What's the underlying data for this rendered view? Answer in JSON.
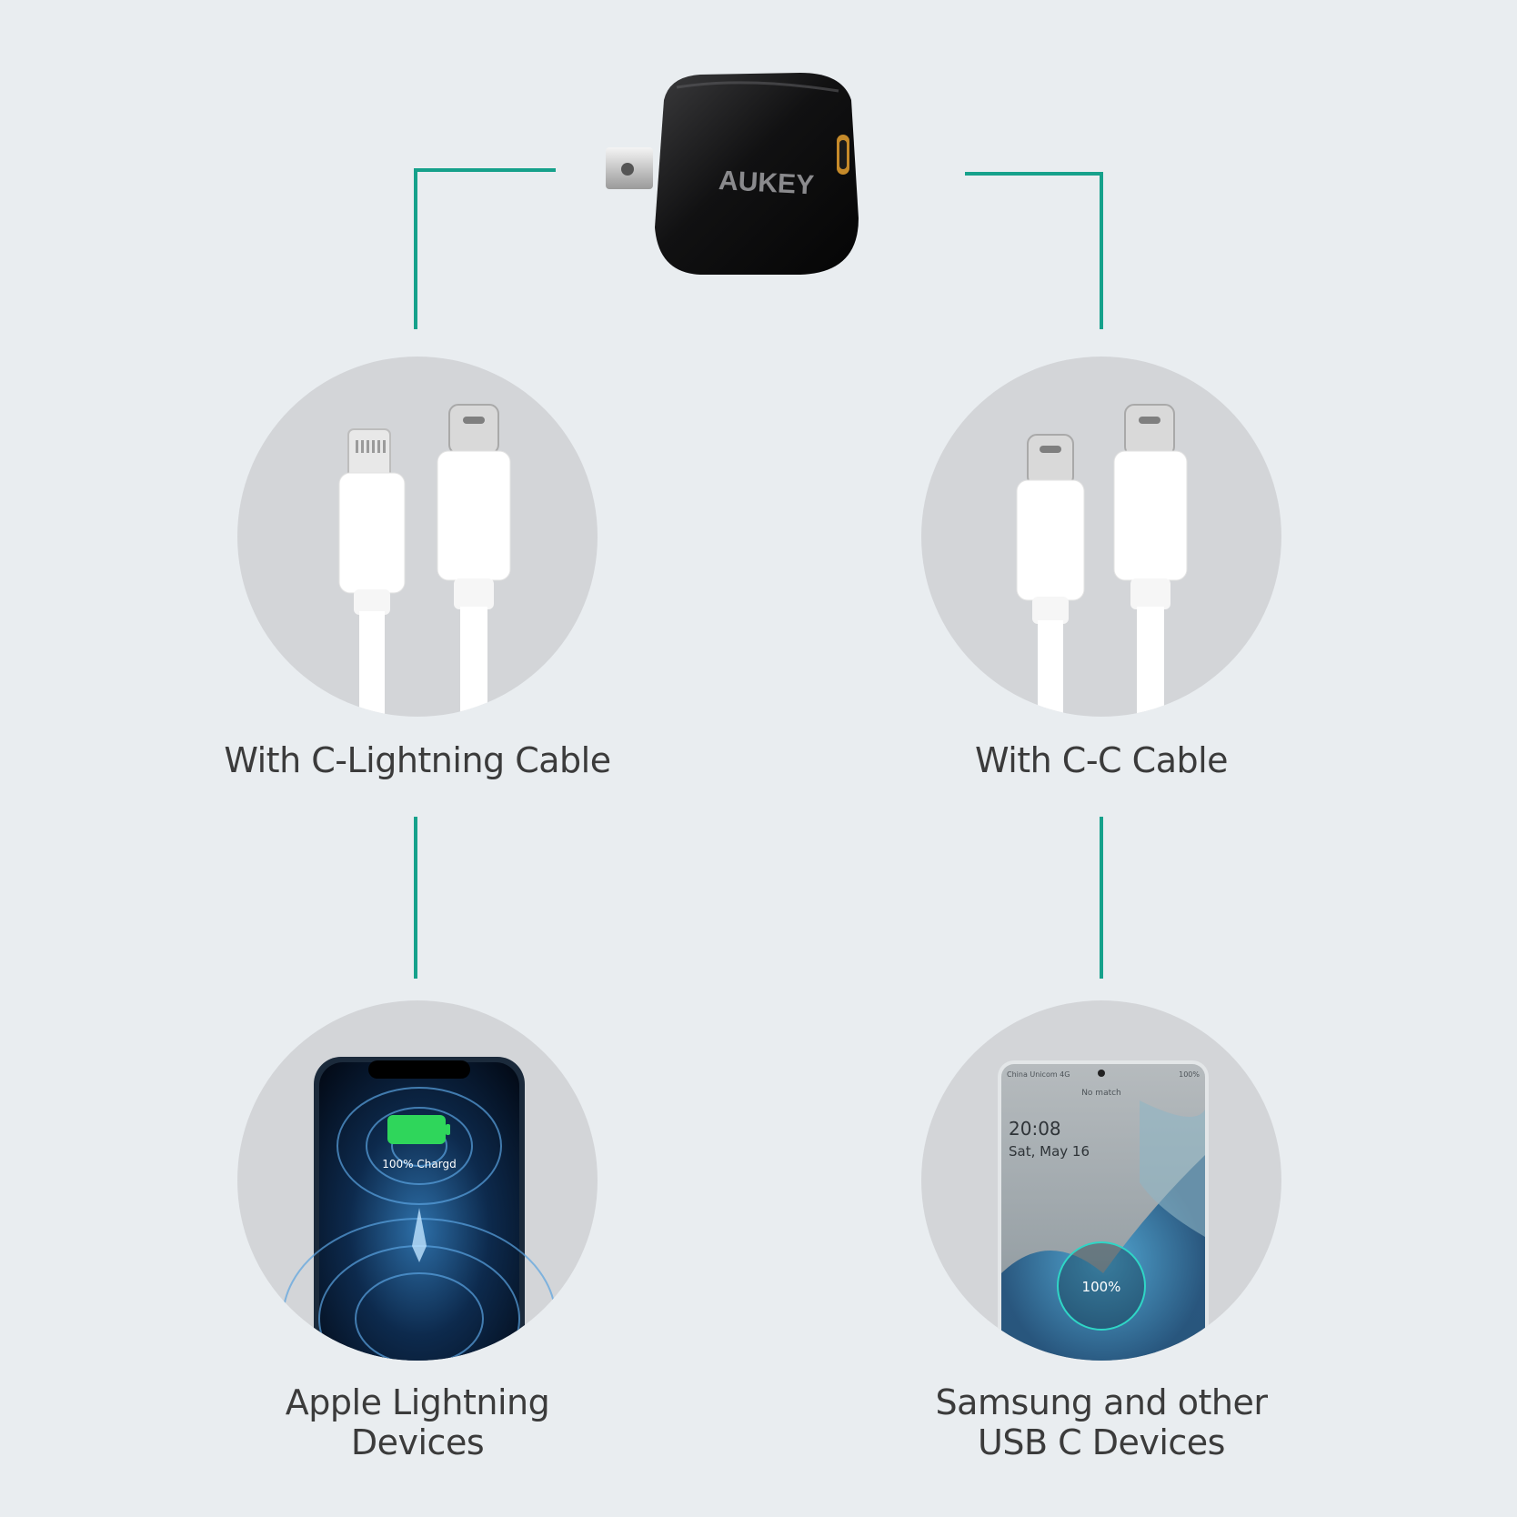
{
  "charger": {
    "brand": "AUKEY"
  },
  "options": [
    {
      "id": "left",
      "cable_label": "With C-Lightning Cable",
      "device_label_lines": [
        "Apple Lightning",
        "Devices"
      ]
    },
    {
      "id": "right",
      "cable_label": "With C-C Cable",
      "device_label_lines": [
        "Samsung and other",
        "USB C Devices"
      ]
    }
  ],
  "iphone_screen": {
    "battery_status": "100% Chargd"
  },
  "samsung_screen": {
    "carrier": "China Unicom 4G",
    "battery": "100%",
    "notice": "No match",
    "time": "20:08",
    "date": "Sat, May 16",
    "charge_percent": "100%"
  },
  "colors": {
    "connector_line": "#16a18b",
    "background": "#e9edf0",
    "circle": "#d3d5d8",
    "text": "#3b3b3b"
  }
}
